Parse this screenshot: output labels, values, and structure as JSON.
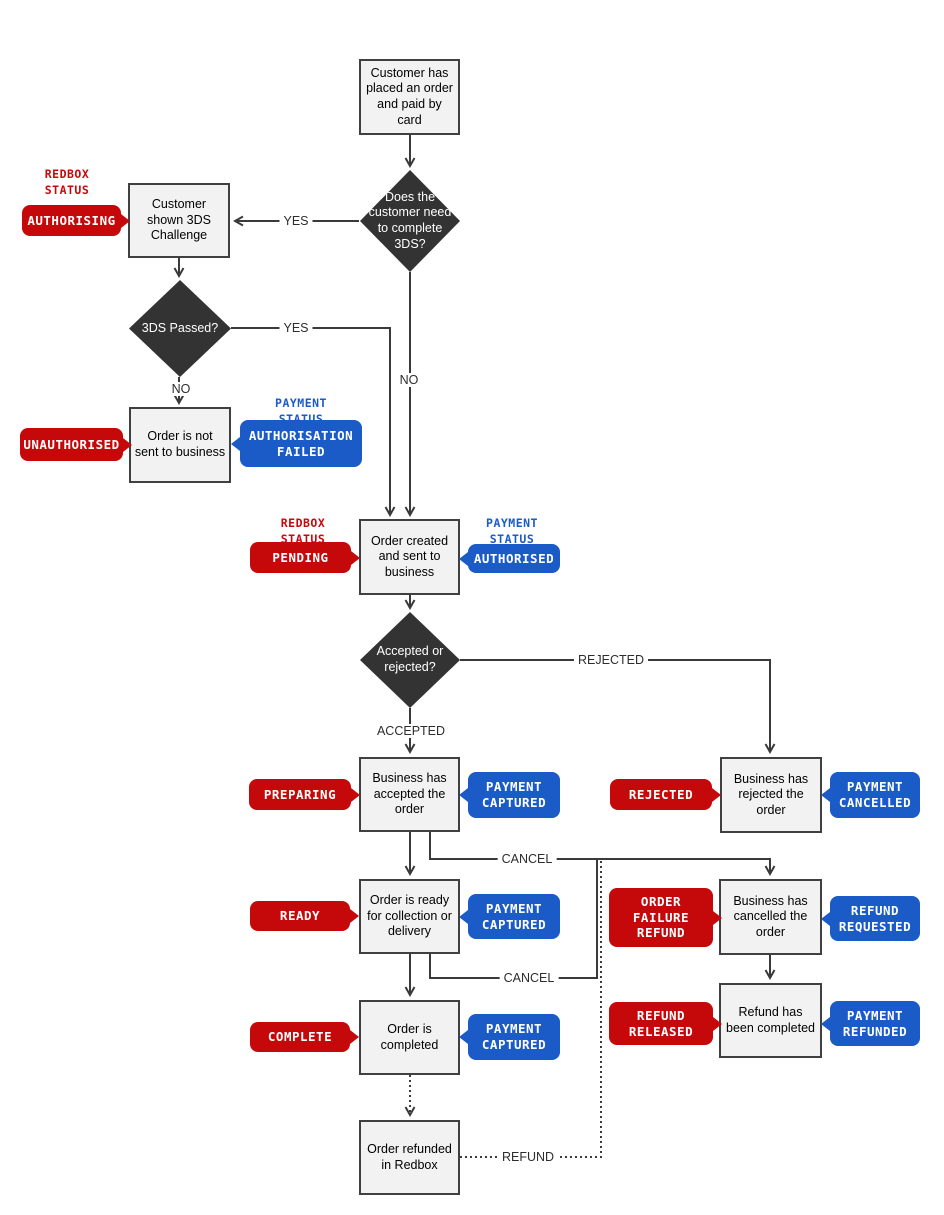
{
  "colors": {
    "redbox_red": "#C5090B",
    "payment_blue": "#1A5BC8",
    "line": "#3A3A3A",
    "node_fill": "#F2F2F2",
    "node_border": "#404040",
    "decision_fill": "#333333",
    "canvas_bg": "#FFFFFF"
  },
  "status_headers": {
    "redbox": {
      "line1": "REDBOX",
      "line2": "STATUS"
    },
    "payment": {
      "line1": "PAYMENT",
      "line2": "STATUS"
    }
  },
  "nodes": {
    "customer_placed_order": "Customer has placed an order and paid by card",
    "customer_shown_3ds": "Customer shown 3DS Challenge",
    "order_not_sent": "Order is not sent to business",
    "order_created": "Order created and sent to business",
    "business_accepted": "Business has accepted the order",
    "business_rejected": "Business has rejected the order",
    "order_ready": "Order is ready for collection or delivery",
    "business_cancelled": "Business has cancelled the order",
    "order_completed": "Order is completed",
    "refund_completed": "Refund has been completed",
    "order_refunded": "Order refunded in Redbox"
  },
  "decisions": {
    "needs_3ds": "Does the customer need to complete 3DS?",
    "passed_3ds": "3DS Passed?",
    "accepted_or_rejected": "Accepted or rejected?"
  },
  "redbox_badges": {
    "authorising": "AUTHORISING",
    "unauthorised": "UNAUTHORISED",
    "pending": "PENDING",
    "preparing": "PREPARING",
    "rejected": "REJECTED",
    "ready": "READY",
    "order_failure_refund": "ORDER FAILURE REFUND",
    "complete": "COMPLETE",
    "refund_released": "REFUND RELEASED"
  },
  "payment_badges": {
    "authorisation_failed": "AUTHORISATION FAILED",
    "authorised": "AUTHORISED",
    "payment_captured": "PAYMENT CAPTURED",
    "payment_cancelled": "PAYMENT CANCELLED",
    "refund_requested": "REFUND REQUESTED",
    "payment_refunded": "PAYMENT REFUNDED"
  },
  "edge_labels": {
    "yes_3ds_needed": "YES",
    "yes_3ds_passed": "YES",
    "no_3ds_needed": "NO",
    "no_3ds_passed": "NO",
    "accepted": "ACCEPTED",
    "rejected": "REJECTED",
    "cancel_from_accepted": "CANCEL",
    "cancel_from_ready": "CANCEL",
    "refund": "REFUND"
  }
}
